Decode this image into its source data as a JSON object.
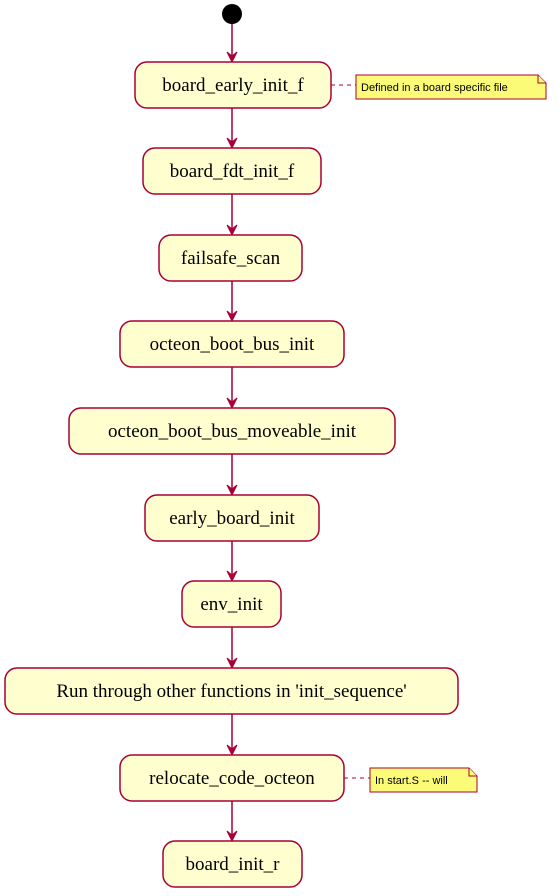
{
  "diagram": {
    "nodes": [
      {
        "id": "board_early_init_f",
        "label": "board_early_init_f"
      },
      {
        "id": "board_fdt_init_f",
        "label": "board_fdt_init_f"
      },
      {
        "id": "failsafe_scan",
        "label": "failsafe_scan"
      },
      {
        "id": "octeon_boot_bus_init",
        "label": "octeon_boot_bus_init"
      },
      {
        "id": "octeon_boot_bus_moveable_init",
        "label": "octeon_boot_bus_moveable_init"
      },
      {
        "id": "early_board_init",
        "label": "early_board_init"
      },
      {
        "id": "env_init",
        "label": "env_init"
      },
      {
        "id": "run_other_functions",
        "label": "Run through other functions in 'init_sequence'"
      },
      {
        "id": "relocate_code_octeon",
        "label": "relocate_code_octeon"
      },
      {
        "id": "board_init_r",
        "label": "board_init_r"
      }
    ],
    "notes": [
      {
        "attached_to": "board_early_init_f",
        "text": "Defined in a board specific file"
      },
      {
        "attached_to": "relocate_code_octeon",
        "text": "In start.S -- will"
      }
    ],
    "colors": {
      "node_fill": "#fefece",
      "border": "#a80036",
      "note_fill": "#fbfb77",
      "start": "#000000"
    }
  }
}
